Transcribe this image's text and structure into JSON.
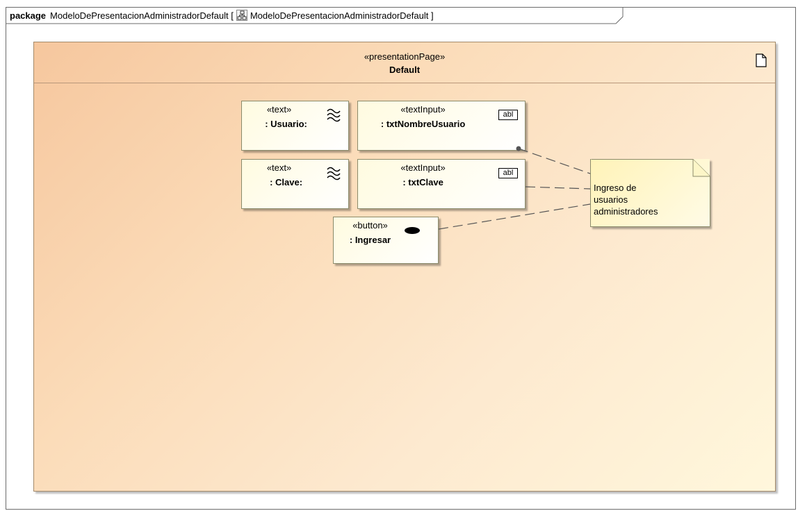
{
  "package": {
    "keyword": "package",
    "name": "ModeloDePresentacionAdministradorDefault",
    "bracket_open": "[",
    "diagram_name": "ModeloDePresentacionAdministradorDefault",
    "bracket_close": "]",
    "icon": "diagram-icon"
  },
  "presentation_page": {
    "stereotype": "«presentationPage»",
    "name": "Default",
    "icon": "document-icon"
  },
  "elements": {
    "usuario_label": {
      "stereotype": "«text»",
      "name": ": Usuario:",
      "icon": "text-wave-icon"
    },
    "txt_nombre_usuario": {
      "stereotype": "«textInput»",
      "name": ": txtNombreUsuario",
      "icon_text": "abl"
    },
    "clave_label": {
      "stereotype": "«text»",
      "name": ": Clave:",
      "icon": "text-wave-icon"
    },
    "txt_clave": {
      "stereotype": "«textInput»",
      "name": ": txtClave",
      "icon_text": "abl"
    },
    "ingresar_button": {
      "stereotype": "«button»",
      "name": ": Ingresar",
      "icon": "button-dot-icon"
    }
  },
  "note": {
    "lines": [
      "Ingreso de",
      "usuarios",
      "administradores"
    ]
  },
  "colors": {
    "page_gradient_start": "#f6c79e",
    "page_gradient_end": "#fff7dc",
    "element_fill": "#fffbe0",
    "note_fill": "#fff3b8",
    "border": "#8b8b6b"
  }
}
